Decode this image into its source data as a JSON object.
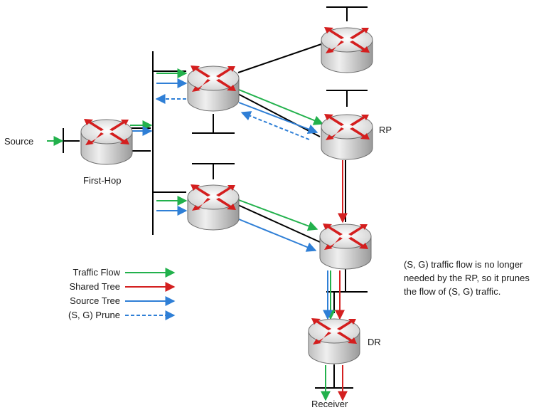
{
  "labels": {
    "source": "Source",
    "first_hop": "First-Hop",
    "rp": "RP",
    "dr": "DR",
    "receiver": "Receiver"
  },
  "legend": [
    {
      "label": "Traffic Flow",
      "color": "#22b14c",
      "style": "solid"
    },
    {
      "label": "Shared Tree",
      "color": "#d42020",
      "style": "solid"
    },
    {
      "label": "Source Tree",
      "color": "#2f7fd6",
      "style": "solid"
    },
    {
      "label": "(S, G) Prune",
      "color": "#2f7fd6",
      "style": "dashed"
    }
  ],
  "note": {
    "text": "(S, G) traffic flow is no longer needed by the RP, so it prunes the flow of (S, G) traffic."
  },
  "colors": {
    "traffic": "#22b14c",
    "shared": "#d42020",
    "source_tree": "#2f7fd6",
    "link": "#000000"
  },
  "icons": {
    "router": "router-icon"
  }
}
